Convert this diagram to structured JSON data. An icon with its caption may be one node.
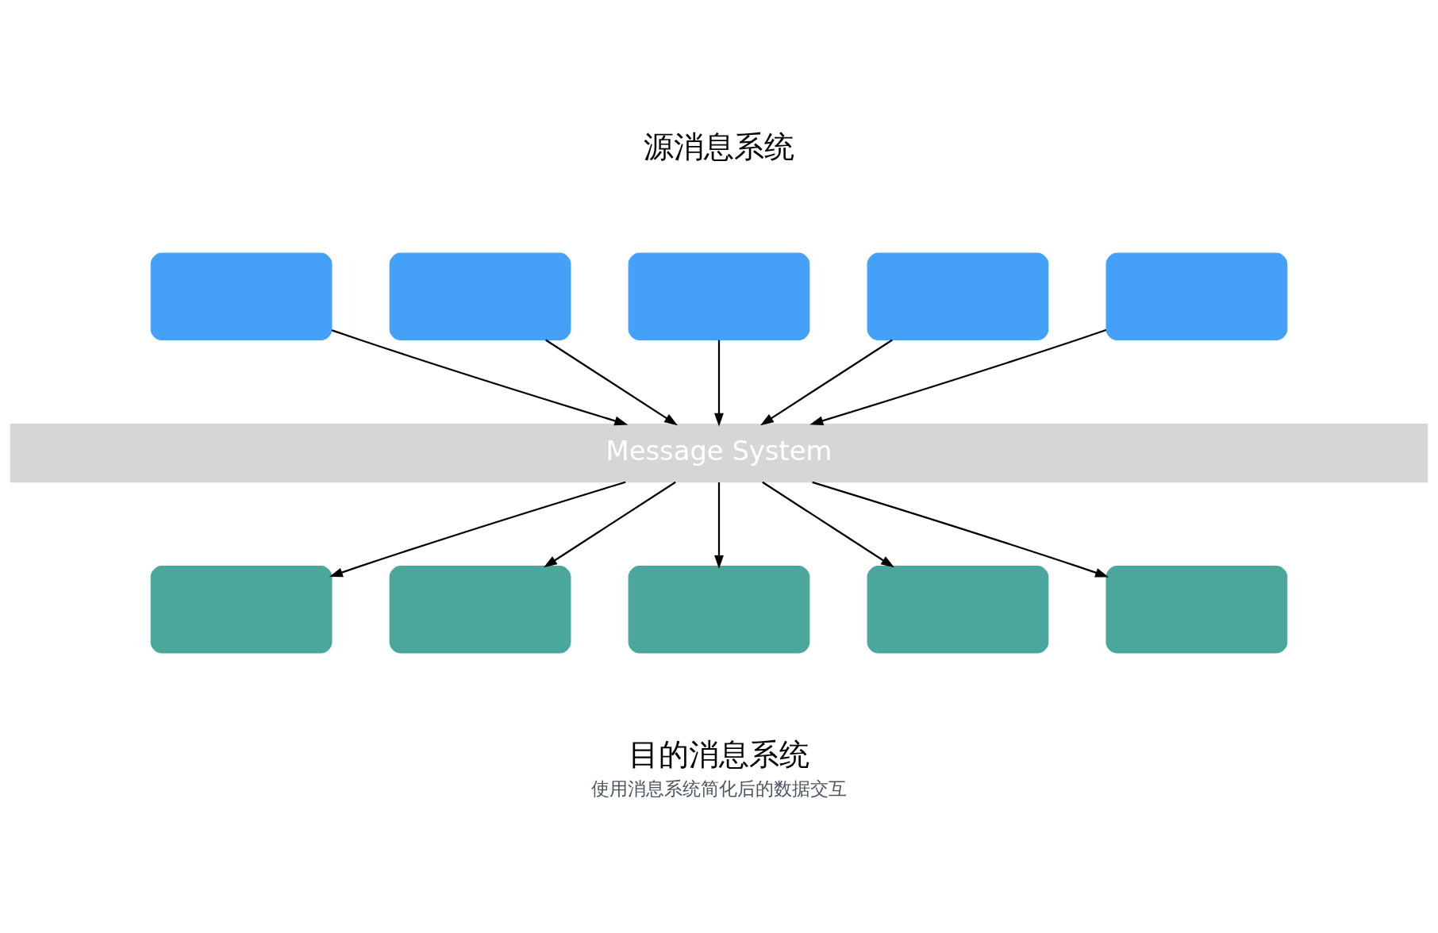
{
  "diagram": {
    "caption": "使用消息系统简化后的数据交互",
    "nodes": [
      {
        "text": [],
        "shape": "box"
      },
      {
        "text": [],
        "shape": "box"
      },
      {
        "text": [],
        "shape": "box"
      },
      {
        "text": [],
        "shape": "box"
      },
      {
        "text": [],
        "shape": "box"
      },
      {
        "text": [
          "Message System"
        ]
      },
      {
        "text": [],
        "shape": "box"
      },
      {
        "text": [],
        "shape": "box"
      },
      {
        "text": [],
        "shape": "box"
      },
      {
        "text": [],
        "shape": "box"
      },
      {
        "text": [],
        "shape": "box"
      }
    ],
    "edges": [
      {
        "from": 0,
        "to": 5,
        "arrow": "to"
      },
      {
        "from": 1,
        "to": 5,
        "arrow": "to"
      },
      {
        "from": 2,
        "to": 5,
        "arrow": "to"
      },
      {
        "from": 3,
        "to": 5,
        "arrow": "to"
      },
      {
        "from": 4,
        "to": 5,
        "arrow": "to"
      },
      {
        "from": 5,
        "to": 6,
        "arrow": "to"
      },
      {
        "from": 5,
        "to": 7,
        "arrow": "to"
      },
      {
        "from": 5,
        "to": 8,
        "arrow": "to"
      },
      {
        "from": 5,
        "to": 9,
        "arrow": "to"
      },
      {
        "from": 5,
        "to": 10,
        "arrow": "to"
      }
    ],
    "labels": [
      "源消息系统",
      "目的消息系统"
    ]
  }
}
